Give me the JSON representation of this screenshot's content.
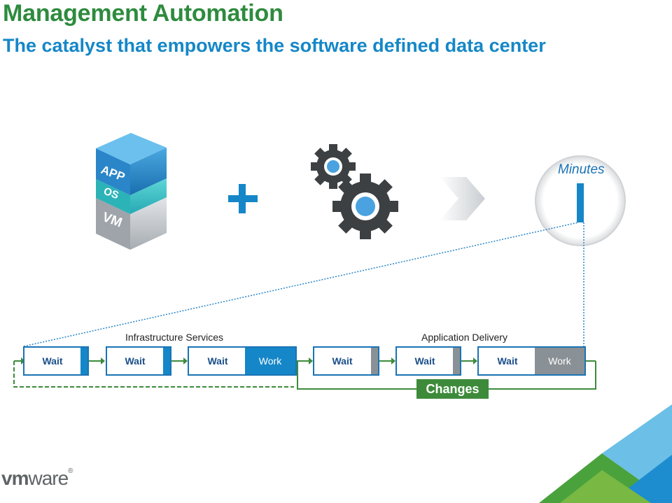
{
  "header": {
    "title": "Management Automation",
    "subtitle": "The catalyst that empowers the software defined data center"
  },
  "stack": {
    "layers": [
      "APP",
      "OS",
      "VM"
    ]
  },
  "icons": {
    "plus": "plus-icon",
    "gears": "gears-icon",
    "chevron": "chevron-right-icon"
  },
  "zoom": {
    "label": "Minutes"
  },
  "sections": {
    "infrastructure": "Infrastructure Services",
    "application": "Application Delivery"
  },
  "process": {
    "boxes": [
      {
        "wait": "Wait",
        "work": ""
      },
      {
        "wait": "Wait",
        "work": ""
      },
      {
        "wait": "Wait",
        "work": "Work"
      },
      {
        "wait": "Wait",
        "work": ""
      },
      {
        "wait": "Wait",
        "work": ""
      },
      {
        "wait": "Wait",
        "work": "Work"
      }
    ]
  },
  "changes": {
    "label": "Changes"
  },
  "logo": {
    "vm": "vm",
    "ware": "ware",
    "mark": "®"
  },
  "colors": {
    "title_green": "#2e8b3e",
    "subtitle_blue": "#1587c8",
    "work_blue": "#1587c8",
    "work_gray": "#8a9196",
    "changes_green": "#3d8b3a"
  }
}
